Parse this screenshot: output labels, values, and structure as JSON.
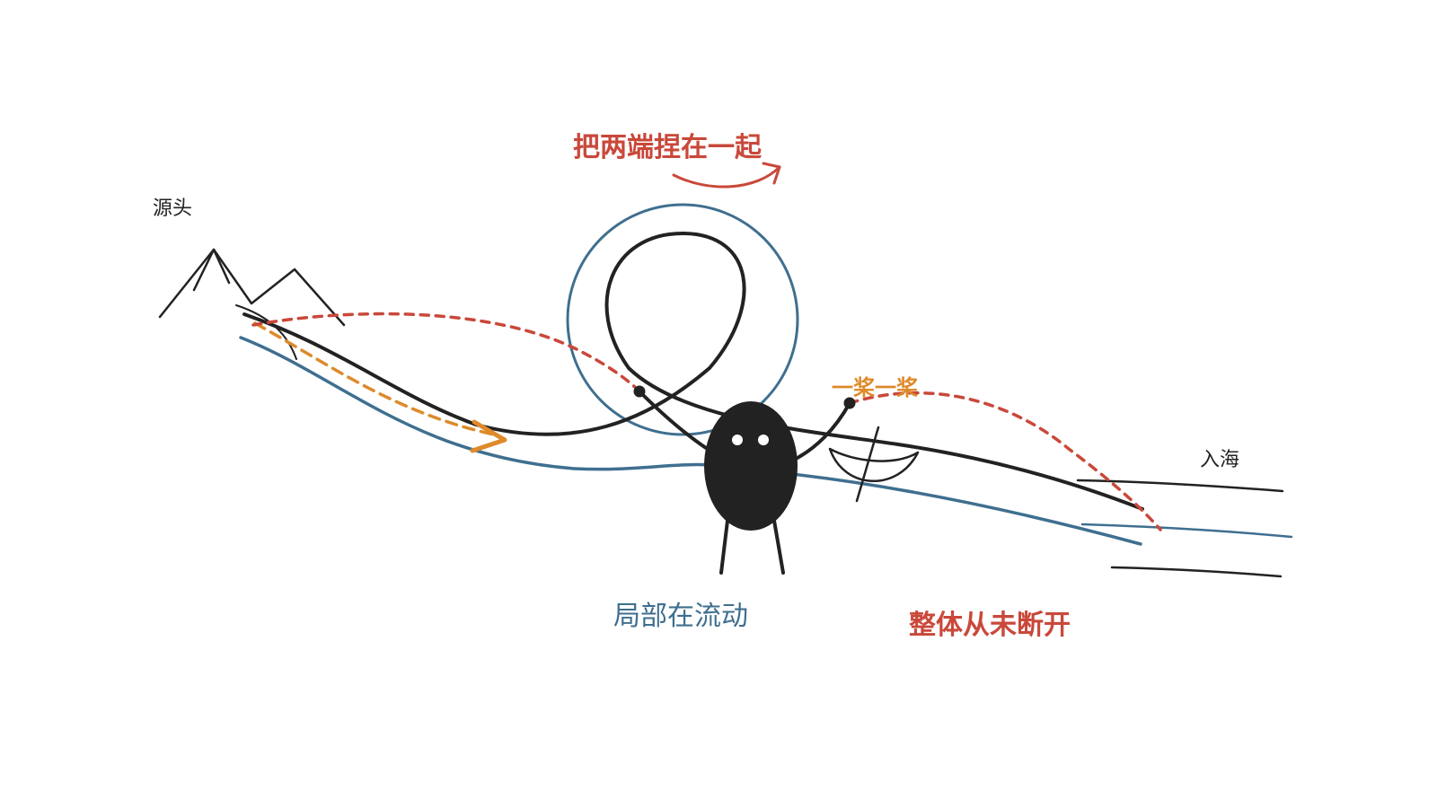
{
  "labels": {
    "source": "源头",
    "sea": "入海",
    "pinch_ends": "把两端捏在一起",
    "stroke_by_stroke": "一桨一桨",
    "local_flowing": "局部在流动",
    "whole_unbroken": "整体从未断开"
  },
  "colors": {
    "ink": "#222222",
    "river_blue": "#3f6f8f",
    "accent_red": "#c9483a",
    "accent_orange": "#de8a2a"
  }
}
